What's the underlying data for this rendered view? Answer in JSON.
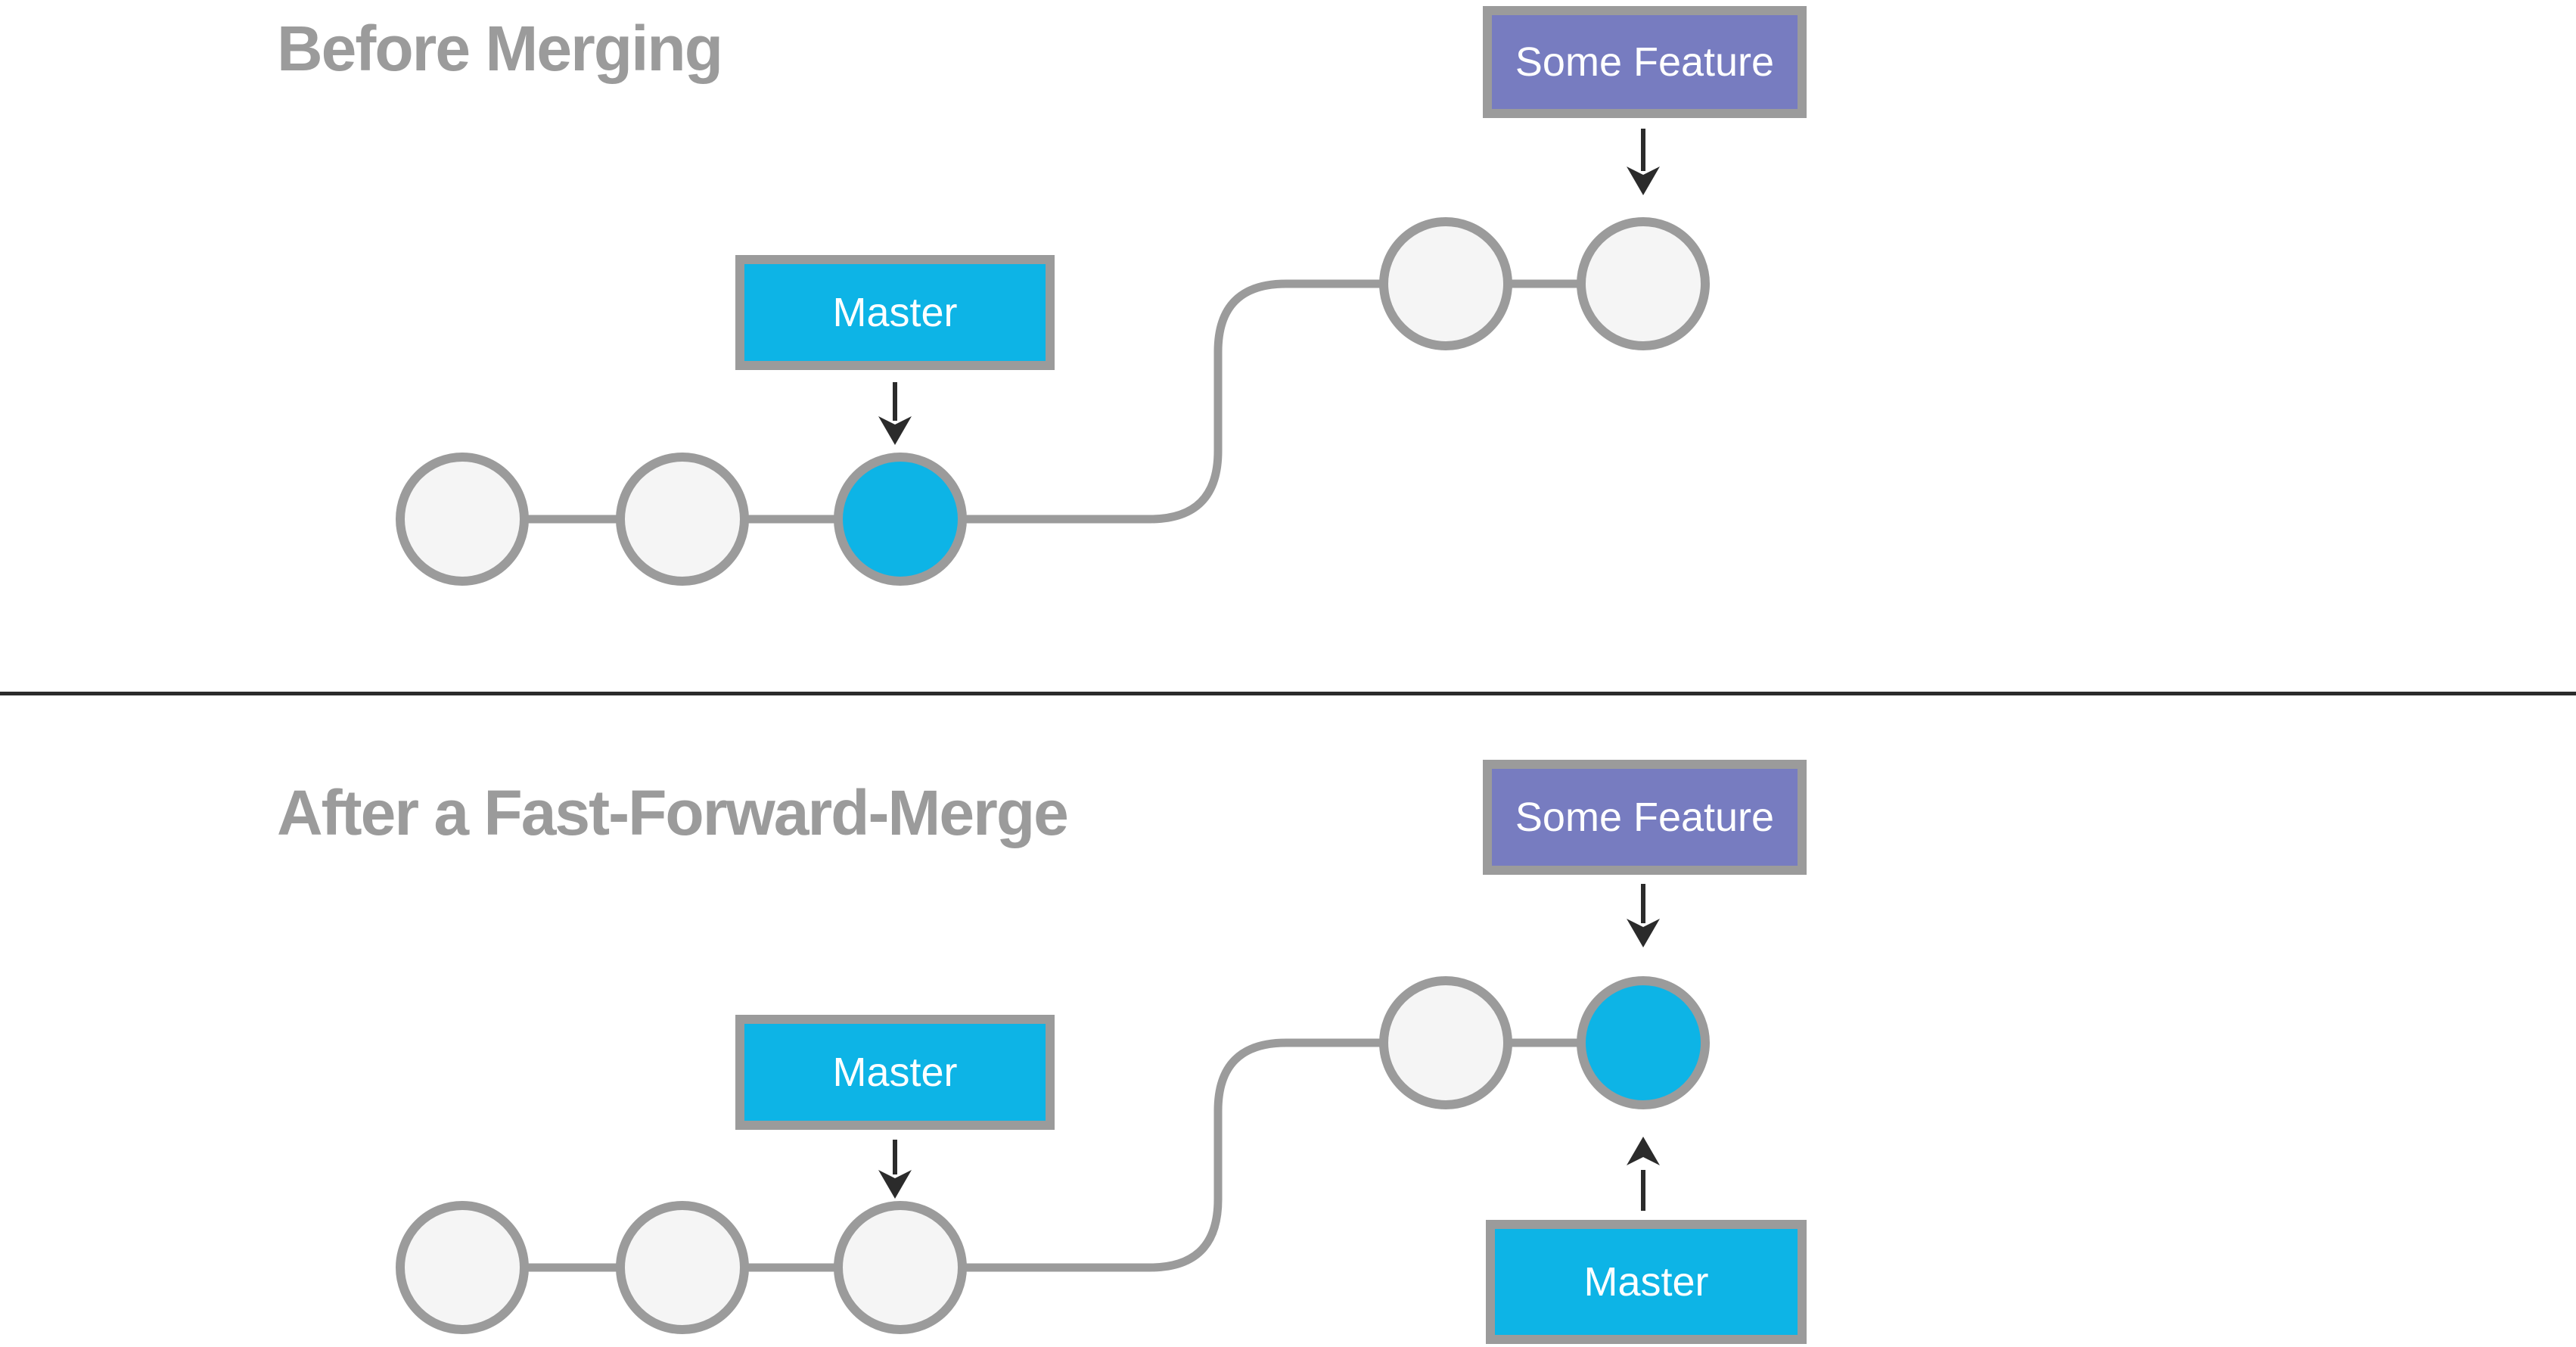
{
  "colors": {
    "cyan": "#0db4e6",
    "purple": "#777cc0",
    "gray": "#9b9b9b",
    "node": "#f5f5f5",
    "divider": "#2b2b2b",
    "arrow": "#2b2b2b",
    "title": "#9b9b9b",
    "label_text": "#ffffff"
  },
  "sections": {
    "before": {
      "title": "Before Merging",
      "feature_label": "Some Feature",
      "master_label": "Master"
    },
    "after": {
      "title": "After a Fast-Forward-Merge",
      "feature_label": "Some Feature",
      "master_label": "Master",
      "merged_master_label": "Master"
    }
  }
}
